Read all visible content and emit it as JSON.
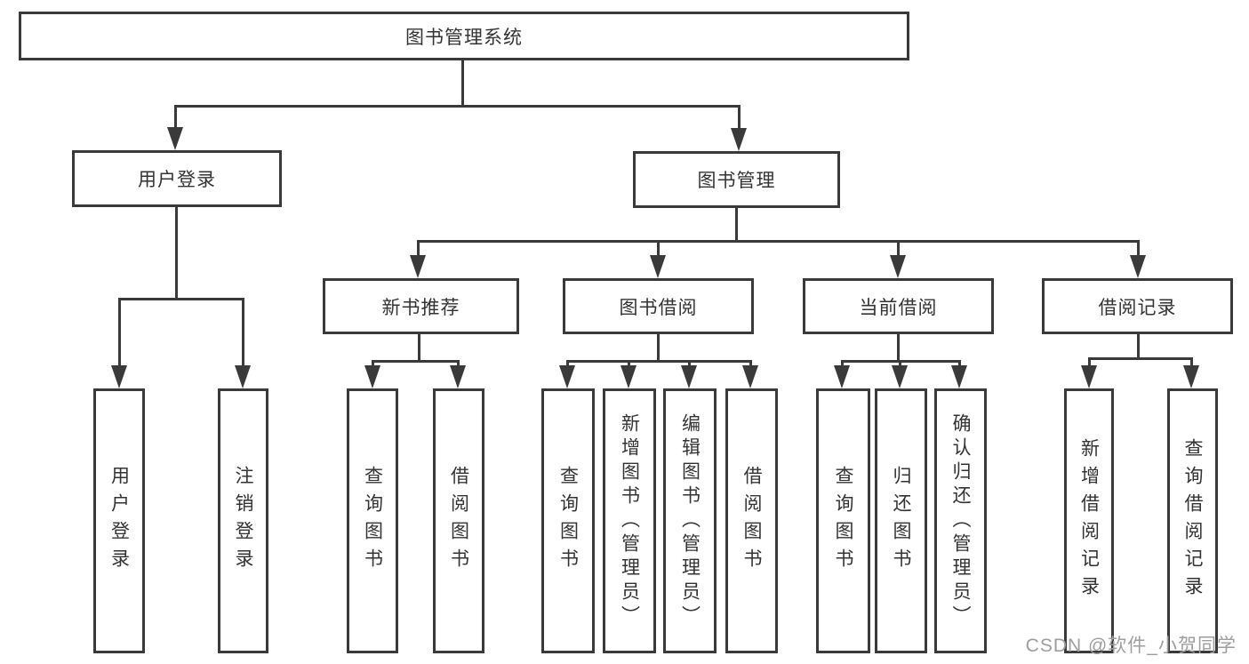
{
  "title": "图书管理系统",
  "watermark": "CSDN @软件_小贺同学",
  "colors": {
    "line": "#3a3a3a",
    "text": "#333333",
    "watermark": "#9e9e9e",
    "bg": "#ffffff"
  },
  "tree": {
    "root": {
      "label": "图书管理系统",
      "children": [
        {
          "label": "用户登录",
          "children": [
            {
              "label": "用户登录"
            },
            {
              "label": "注销登录"
            }
          ]
        },
        {
          "label": "图书管理",
          "children": [
            {
              "label": "新书推荐",
              "children": [
                {
                  "label": "查询图书"
                },
                {
                  "label": "借阅图书"
                }
              ]
            },
            {
              "label": "图书借阅",
              "children": [
                {
                  "label": "查询图书"
                },
                {
                  "label": "新增图书（管理员）"
                },
                {
                  "label": "编辑图书（管理员）"
                },
                {
                  "label": "借阅图书"
                }
              ]
            },
            {
              "label": "当前借阅",
              "children": [
                {
                  "label": "查询图书"
                },
                {
                  "label": "归还图书"
                },
                {
                  "label": "确认归还（管理员）"
                }
              ]
            },
            {
              "label": "借阅记录",
              "children": [
                {
                  "label": "新增借阅记录"
                },
                {
                  "label": "查询借阅记录"
                }
              ]
            }
          ]
        }
      ]
    }
  }
}
